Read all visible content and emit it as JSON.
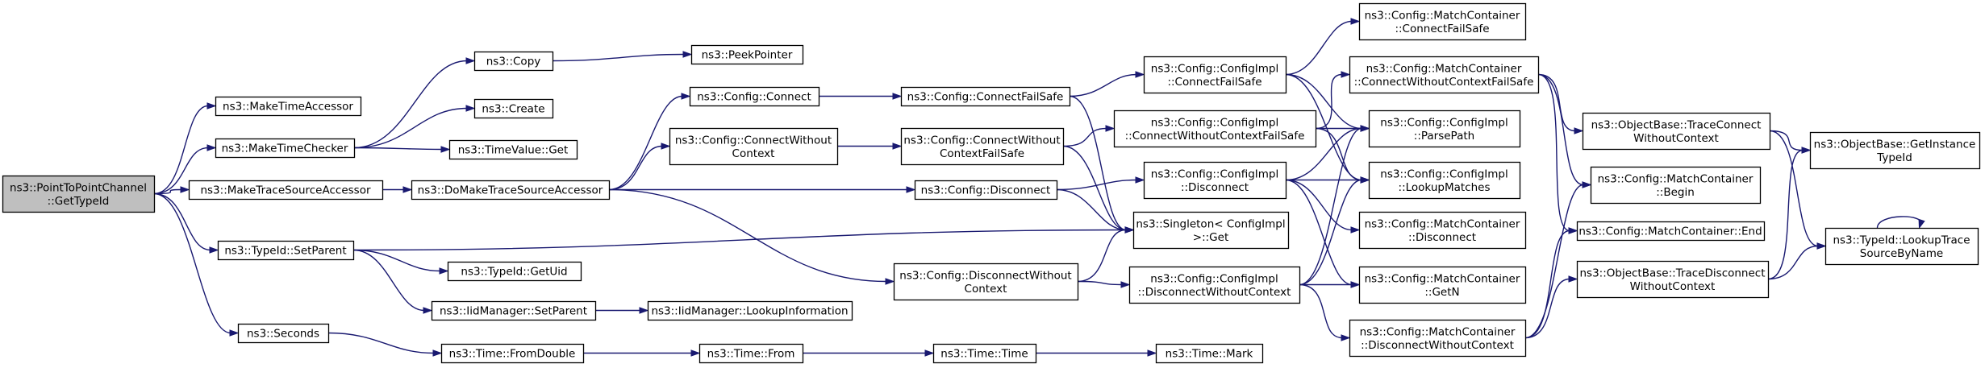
{
  "diagram": {
    "edge_color": "#191970",
    "root_fill": "#bfbfbf",
    "node_fill": "#ffffff",
    "nodes": [
      {
        "id": "root",
        "lines": [
          "ns3::PointToPointChannel",
          "::GetTypeId"
        ],
        "root": true
      },
      {
        "id": "mta",
        "lines": [
          "ns3::MakeTimeAccessor"
        ]
      },
      {
        "id": "mtc",
        "lines": [
          "ns3::MakeTimeChecker"
        ]
      },
      {
        "id": "mtsa",
        "lines": [
          "ns3::MakeTraceSourceAccessor"
        ]
      },
      {
        "id": "tsp",
        "lines": [
          "ns3::TypeId::SetParent"
        ]
      },
      {
        "id": "sec",
        "lines": [
          "ns3::Seconds"
        ]
      },
      {
        "id": "copy",
        "lines": [
          "ns3::Copy"
        ]
      },
      {
        "id": "peek",
        "lines": [
          "ns3::PeekPointer"
        ]
      },
      {
        "id": "create",
        "lines": [
          "ns3::Create"
        ]
      },
      {
        "id": "tvget",
        "lines": [
          "ns3::TimeValue::Get"
        ]
      },
      {
        "id": "dmtsa",
        "lines": [
          "ns3::DoMakeTraceSourceAccessor"
        ]
      },
      {
        "id": "getuid",
        "lines": [
          "ns3::TypeId::GetUid"
        ]
      },
      {
        "id": "imsp",
        "lines": [
          "ns3::IidManager::SetParent"
        ]
      },
      {
        "id": "imli",
        "lines": [
          "ns3::IidManager::LookupInformation"
        ]
      },
      {
        "id": "tfd",
        "lines": [
          "ns3::Time::FromDouble"
        ]
      },
      {
        "id": "tfrom",
        "lines": [
          "ns3::Time::From"
        ]
      },
      {
        "id": "ttime",
        "lines": [
          "ns3::Time::Time"
        ]
      },
      {
        "id": "tmark",
        "lines": [
          "ns3::Time::Mark"
        ]
      },
      {
        "id": "cconn",
        "lines": [
          "ns3::Config::Connect"
        ]
      },
      {
        "id": "ccwc",
        "lines": [
          "ns3::Config::ConnectWithout",
          "Context"
        ]
      },
      {
        "id": "cdisc",
        "lines": [
          "ns3::Config::Disconnect"
        ]
      },
      {
        "id": "cdwc",
        "lines": [
          "ns3::Config::DisconnectWithout",
          "Context"
        ]
      },
      {
        "id": "ccfs",
        "lines": [
          "ns3::Config::ConnectFailSafe"
        ]
      },
      {
        "id": "ccwcfs",
        "lines": [
          "ns3::Config::ConnectWithout",
          "ContextFailSafe"
        ]
      },
      {
        "id": "sget",
        "lines": [
          "ns3::Singleton< ConfigImpl",
          " >::Get"
        ]
      },
      {
        "id": "cicfs",
        "lines": [
          "ns3::Config::ConfigImpl",
          "::ConnectFailSafe"
        ]
      },
      {
        "id": "cicwcfs",
        "lines": [
          "ns3::Config::ConfigImpl",
          "::ConnectWithoutContextFailSafe"
        ]
      },
      {
        "id": "cidisc",
        "lines": [
          "ns3::Config::ConfigImpl",
          "::Disconnect"
        ]
      },
      {
        "id": "cidwc",
        "lines": [
          "ns3::Config::ConfigImpl",
          "::DisconnectWithoutContext"
        ]
      },
      {
        "id": "mccfs",
        "lines": [
          "ns3::Config::MatchContainer",
          "::ConnectFailSafe"
        ]
      },
      {
        "id": "mccwcfs",
        "lines": [
          "ns3::Config::MatchContainer",
          "::ConnectWithoutContextFailSafe"
        ]
      },
      {
        "id": "ciparse",
        "lines": [
          "ns3::Config::ConfigImpl",
          "::ParsePath"
        ]
      },
      {
        "id": "cilookup",
        "lines": [
          "ns3::Config::ConfigImpl",
          "::LookupMatches"
        ]
      },
      {
        "id": "mcdisc",
        "lines": [
          "ns3::Config::MatchContainer",
          "::Disconnect"
        ]
      },
      {
        "id": "mcgetn",
        "lines": [
          "ns3::Config::MatchContainer",
          "::GetN"
        ]
      },
      {
        "id": "mcdwc",
        "lines": [
          "ns3::Config::MatchContainer",
          "::DisconnectWithoutContext"
        ]
      },
      {
        "id": "obtcwc",
        "lines": [
          "ns3::ObjectBase::TraceConnect",
          "WithoutContext"
        ]
      },
      {
        "id": "mcbegin",
        "lines": [
          "ns3::Config::MatchContainer",
          "::Begin"
        ]
      },
      {
        "id": "mcend",
        "lines": [
          "ns3::Config::MatchContainer::End"
        ]
      },
      {
        "id": "obtdwc",
        "lines": [
          "ns3::ObjectBase::TraceDisconnect",
          "WithoutContext"
        ]
      },
      {
        "id": "obgit",
        "lines": [
          "ns3::ObjectBase::GetInstance",
          "TypeId"
        ]
      },
      {
        "id": "tlts",
        "lines": [
          "ns3::TypeId::LookupTrace",
          "SourceByName"
        ]
      }
    ],
    "edges": [
      [
        "root",
        "mta"
      ],
      [
        "root",
        "mtc"
      ],
      [
        "root",
        "mtsa"
      ],
      [
        "root",
        "tsp"
      ],
      [
        "root",
        "sec"
      ],
      [
        "mtc",
        "copy"
      ],
      [
        "mtc",
        "create"
      ],
      [
        "mtc",
        "tvget"
      ],
      [
        "copy",
        "peek"
      ],
      [
        "mtsa",
        "dmtsa"
      ],
      [
        "dmtsa",
        "cconn"
      ],
      [
        "dmtsa",
        "ccwc"
      ],
      [
        "dmtsa",
        "cdisc"
      ],
      [
        "dmtsa",
        "cdwc"
      ],
      [
        "tsp",
        "getuid"
      ],
      [
        "tsp",
        "imsp"
      ],
      [
        "tsp",
        "sget"
      ],
      [
        "imsp",
        "imli"
      ],
      [
        "sec",
        "tfd"
      ],
      [
        "tfd",
        "tfrom"
      ],
      [
        "tfrom",
        "ttime"
      ],
      [
        "ttime",
        "tmark"
      ],
      [
        "cconn",
        "ccfs"
      ],
      [
        "ccwc",
        "ccwcfs"
      ],
      [
        "ccfs",
        "cicfs"
      ],
      [
        "ccfs",
        "sget"
      ],
      [
        "ccwcfs",
        "cicwcfs"
      ],
      [
        "ccwcfs",
        "sget"
      ],
      [
        "cdisc",
        "cidisc"
      ],
      [
        "cdisc",
        "sget"
      ],
      [
        "cdwc",
        "cidwc"
      ],
      [
        "cdwc",
        "sget"
      ],
      [
        "cicfs",
        "mccfs"
      ],
      [
        "cicfs",
        "ciparse"
      ],
      [
        "cicfs",
        "cilookup"
      ],
      [
        "cicwcfs",
        "mccwcfs"
      ],
      [
        "cicwcfs",
        "ciparse"
      ],
      [
        "cicwcfs",
        "cilookup"
      ],
      [
        "cidisc",
        "ciparse"
      ],
      [
        "cidisc",
        "cilookup"
      ],
      [
        "cidisc",
        "mcdisc"
      ],
      [
        "cidisc",
        "mcgetn"
      ],
      [
        "cidwc",
        "ciparse"
      ],
      [
        "cidwc",
        "cilookup"
      ],
      [
        "cidwc",
        "mcgetn"
      ],
      [
        "cidwc",
        "mcdwc"
      ],
      [
        "mccwcfs",
        "obtcwc"
      ],
      [
        "mccwcfs",
        "mcbegin"
      ],
      [
        "mccwcfs",
        "mcend"
      ],
      [
        "mcdwc",
        "mcbegin"
      ],
      [
        "mcdwc",
        "mcend"
      ],
      [
        "mcdwc",
        "obtdwc"
      ],
      [
        "obtcwc",
        "obgit"
      ],
      [
        "obtcwc",
        "tlts"
      ],
      [
        "obtdwc",
        "obgit"
      ],
      [
        "obtdwc",
        "tlts"
      ],
      [
        "tlts",
        "tlts"
      ]
    ]
  }
}
